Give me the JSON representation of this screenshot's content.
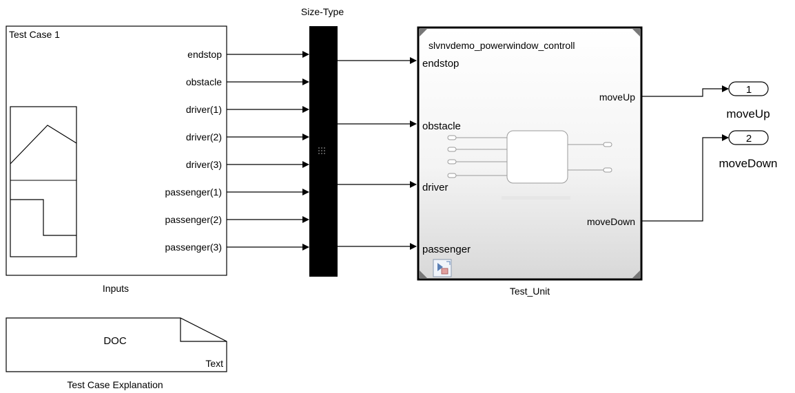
{
  "bus_creator": {
    "title": "Size-Type"
  },
  "inputs_block": {
    "title": "Test Case 1",
    "caption": "Inputs",
    "ports": [
      "endstop",
      "obstacle",
      "driver(1)",
      "driver(2)",
      "driver(3)",
      "passenger(1)",
      "passenger(2)",
      "passenger(3)"
    ]
  },
  "test_unit": {
    "model_name": "slvnvdemo_powerwindow_controll",
    "caption": "Test_Unit",
    "inputs": [
      "endstop",
      "obstacle",
      "driver",
      "passenger"
    ],
    "outputs": [
      "moveUp",
      "moveDown"
    ]
  },
  "outports": [
    {
      "number": "1",
      "name": "moveUp"
    },
    {
      "number": "2",
      "name": "moveDown"
    }
  ],
  "doc_block": {
    "label": "DOC",
    "type": "Text",
    "caption": "Test Case Explanation"
  },
  "colors": {
    "line": "#000000",
    "bus_fill": "#000000",
    "block_border": "#000000",
    "unit_gradient_top": "#ffffff",
    "unit_gradient_bottom": "#d8d8d8"
  }
}
